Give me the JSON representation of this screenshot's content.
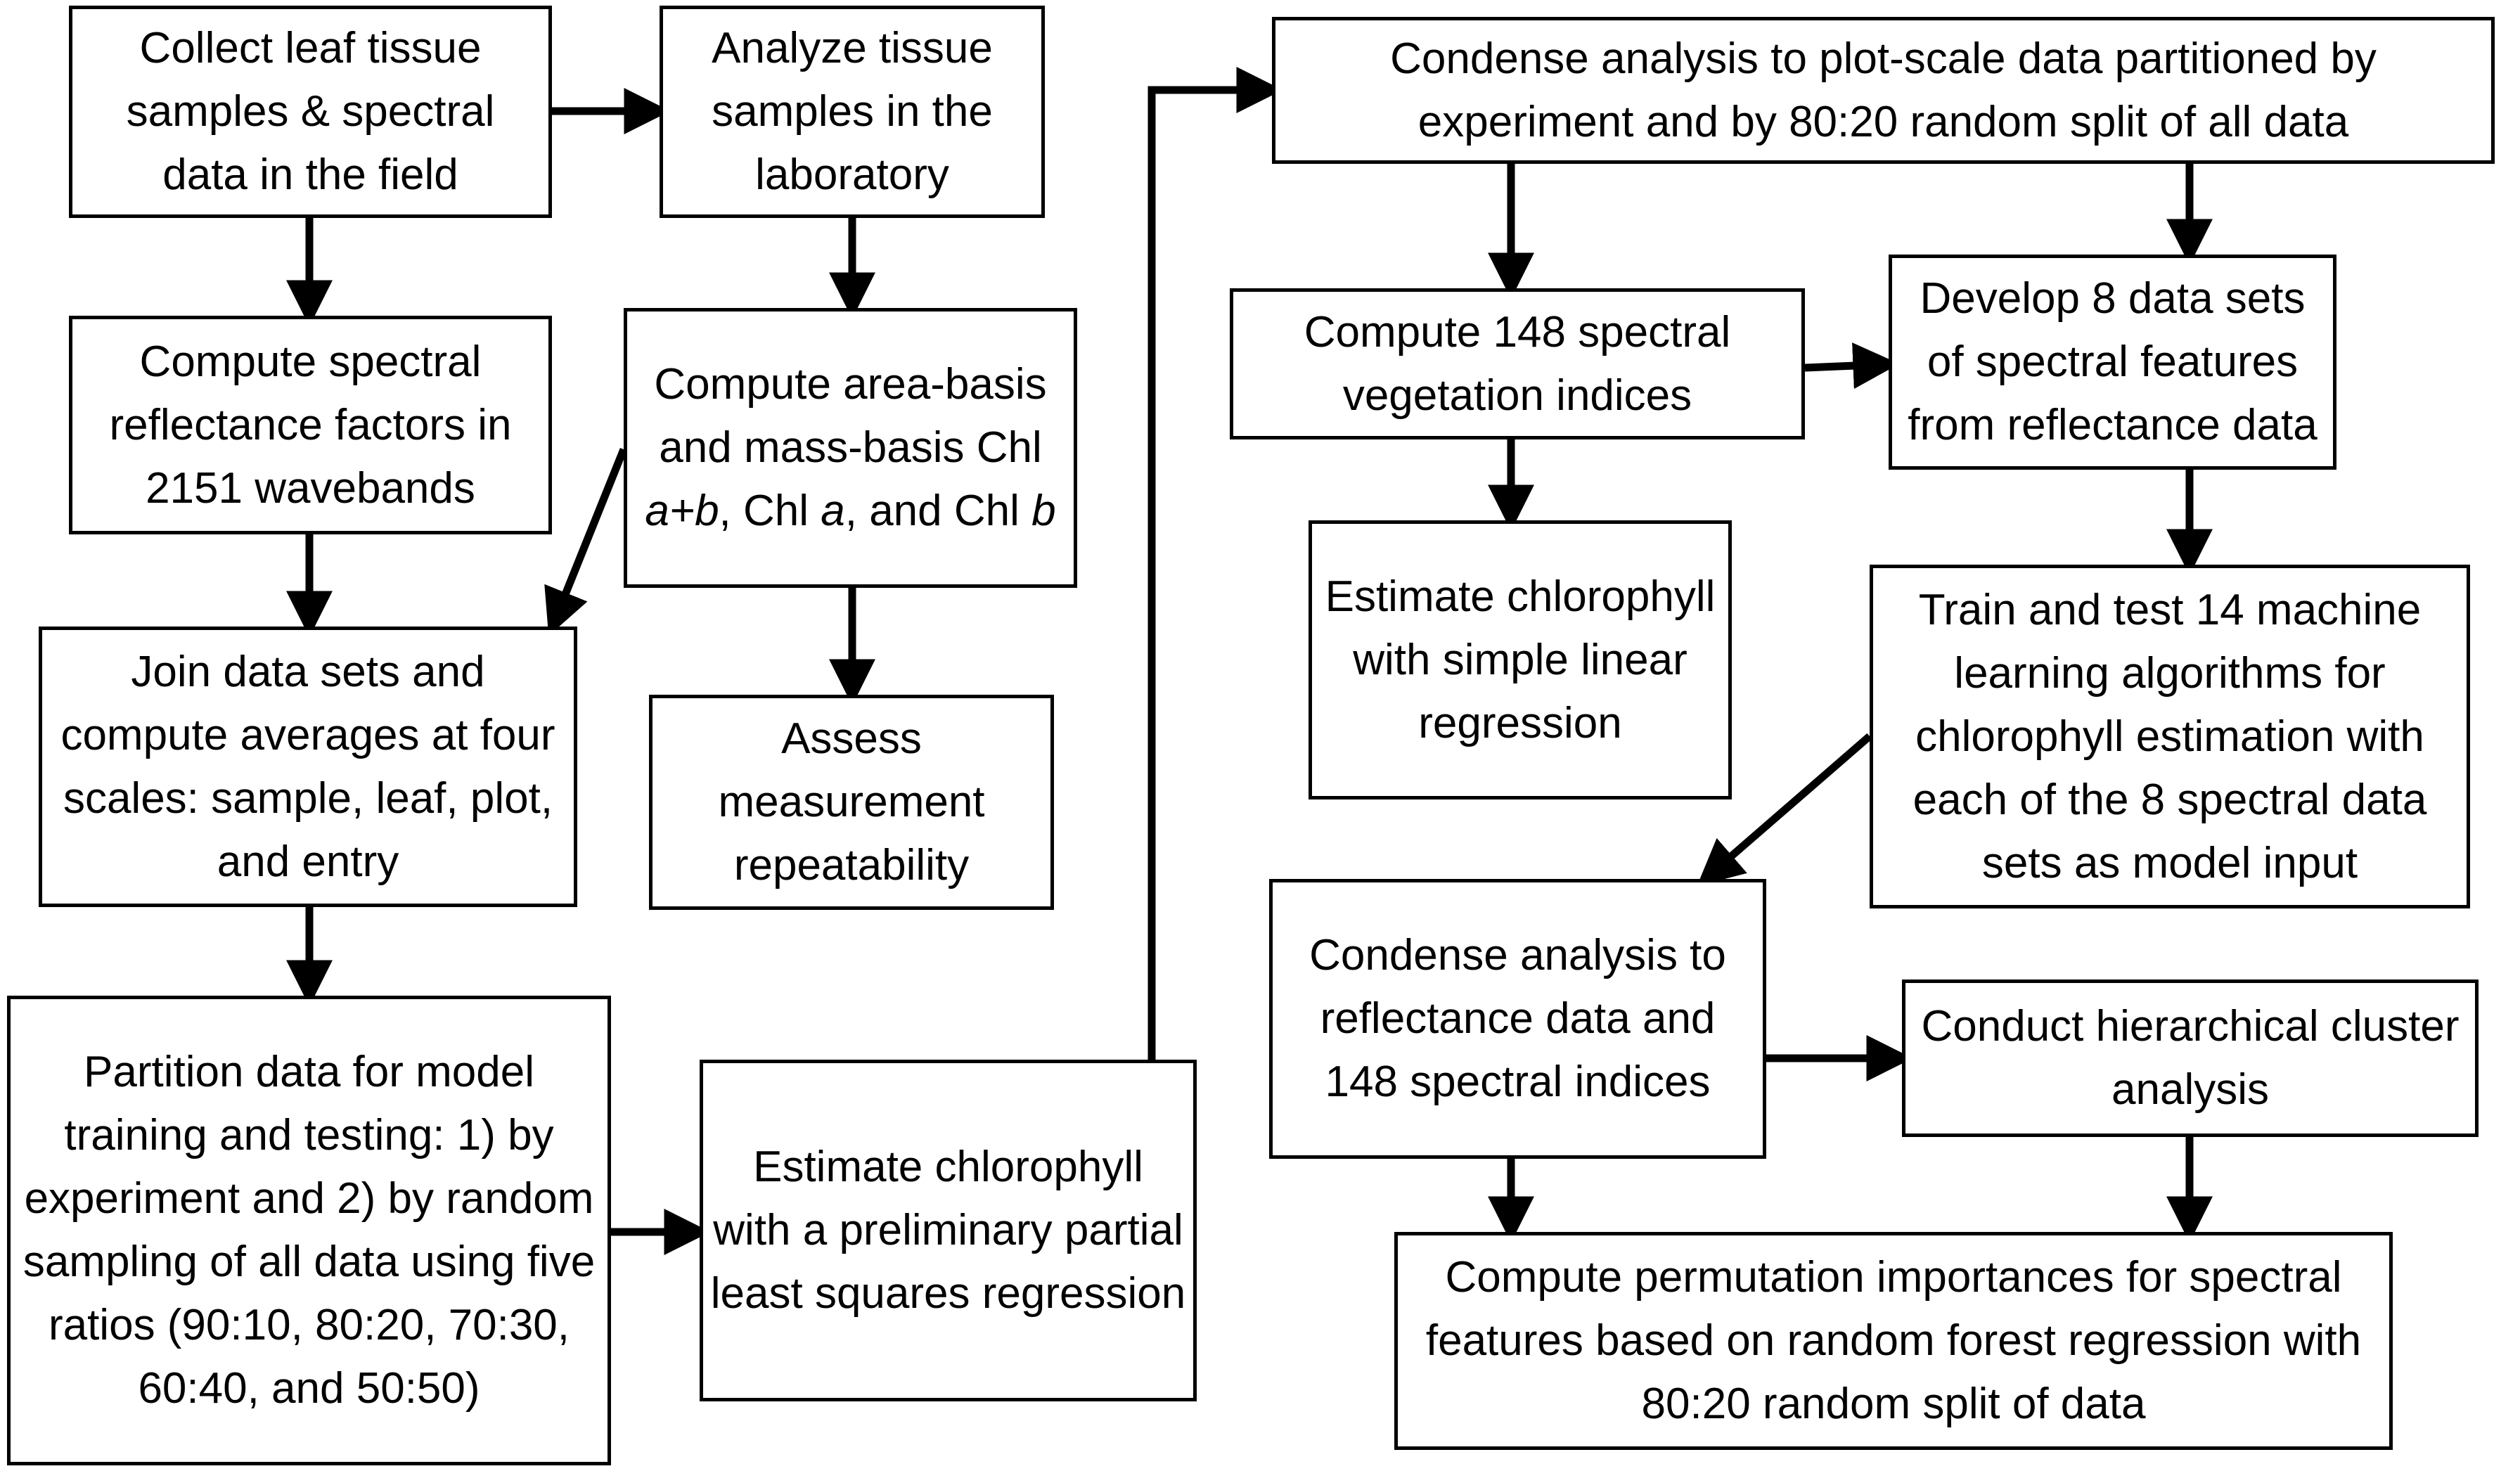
{
  "boxes": {
    "collect_samples": "Collect leaf tissue samples & spectral data in the field",
    "analyze_tissue": "Analyze tissue samples in the laboratory",
    "compute_reflectance": "Compute spectral reflectance factors in 2151 wavebands",
    "compute_chl_part1": "Compute area-basis and mass-basis Chl ",
    "compute_chl_a_plus_b": "a+b",
    "compute_chl_part2": ", Chl ",
    "compute_chl_a": "a",
    "compute_chl_part3": ", and Chl ",
    "compute_chl_b": "b",
    "join_datasets": "Join data sets and compute averages at four scales: sample, leaf, plot, and entry",
    "assess_repeatability": "Assess measurement repeatability",
    "partition_data": "Partition data for model training and testing: 1) by experiment and 2) by random sampling of all data using five ratios (90:10, 80:20, 70:30, 60:40, and 50:50)",
    "estimate_pls": "Estimate chlorophyll with a preliminary partial least squares regression",
    "condense_plot_scale": "Condense analysis to plot-scale data partitioned by experiment and by 80:20 random split of all data",
    "compute_148_indices": "Compute 148 spectral vegetation indices",
    "develop_8_datasets": "Develop 8 data sets of spectral features from reflectance data",
    "estimate_linear": "Estimate chlorophyll with simple linear regression",
    "train_test_ml": "Train and test 14 machine learning algorithms for chlorophyll estimation with each of the 8 spectral data sets as model input",
    "condense_reflectance": "Condense analysis to reflectance data and 148 spectral indices",
    "hierarchical_cluster": "Conduct hierarchical cluster analysis",
    "permutation_importances": "Compute permutation importances for spectral features based on random forest regression with 80:20 random split of data"
  }
}
